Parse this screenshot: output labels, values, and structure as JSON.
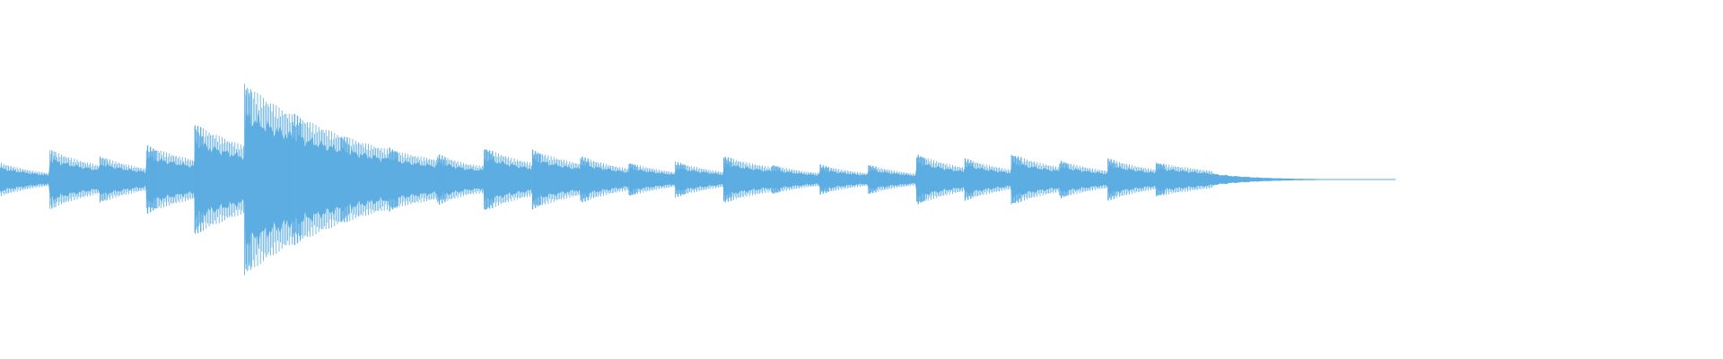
{
  "waveform": {
    "color": "#5dade2",
    "background": "#ffffff",
    "duration_fraction": 0.81,
    "notes": [
      {
        "start": 0.0,
        "peak": 0.16,
        "decay": 0.6
      },
      {
        "start": 0.029,
        "peak": 0.28,
        "decay": 0.45
      },
      {
        "start": 0.058,
        "peak": 0.22,
        "decay": 0.5
      },
      {
        "start": 0.085,
        "peak": 0.32,
        "decay": 0.35
      },
      {
        "start": 0.113,
        "peak": 0.52,
        "decay": 0.3
      },
      {
        "start": 0.142,
        "peak": 0.9,
        "decay": 0.25
      },
      {
        "start": 0.17,
        "peak": 0.62,
        "decay": 0.25
      },
      {
        "start": 0.198,
        "peak": 0.4,
        "decay": 0.4
      },
      {
        "start": 0.226,
        "peak": 0.3,
        "decay": 0.42
      },
      {
        "start": 0.254,
        "peak": 0.24,
        "decay": 0.5
      },
      {
        "start": 0.281,
        "peak": 0.3,
        "decay": 0.42
      },
      {
        "start": 0.309,
        "peak": 0.28,
        "decay": 0.4
      },
      {
        "start": 0.337,
        "peak": 0.22,
        "decay": 0.48
      },
      {
        "start": 0.365,
        "peak": 0.16,
        "decay": 0.55
      },
      {
        "start": 0.392,
        "peak": 0.17,
        "decay": 0.55
      },
      {
        "start": 0.42,
        "peak": 0.22,
        "decay": 0.4
      },
      {
        "start": 0.448,
        "peak": 0.14,
        "decay": 0.55
      },
      {
        "start": 0.476,
        "peak": 0.14,
        "decay": 0.55
      },
      {
        "start": 0.504,
        "peak": 0.14,
        "decay": 0.6
      },
      {
        "start": 0.532,
        "peak": 0.24,
        "decay": 0.48
      },
      {
        "start": 0.56,
        "peak": 0.2,
        "decay": 0.5
      },
      {
        "start": 0.587,
        "peak": 0.24,
        "decay": 0.45
      },
      {
        "start": 0.615,
        "peak": 0.18,
        "decay": 0.5
      },
      {
        "start": 0.643,
        "peak": 0.2,
        "decay": 0.48
      },
      {
        "start": 0.671,
        "peak": 0.16,
        "decay": 0.35
      }
    ]
  }
}
